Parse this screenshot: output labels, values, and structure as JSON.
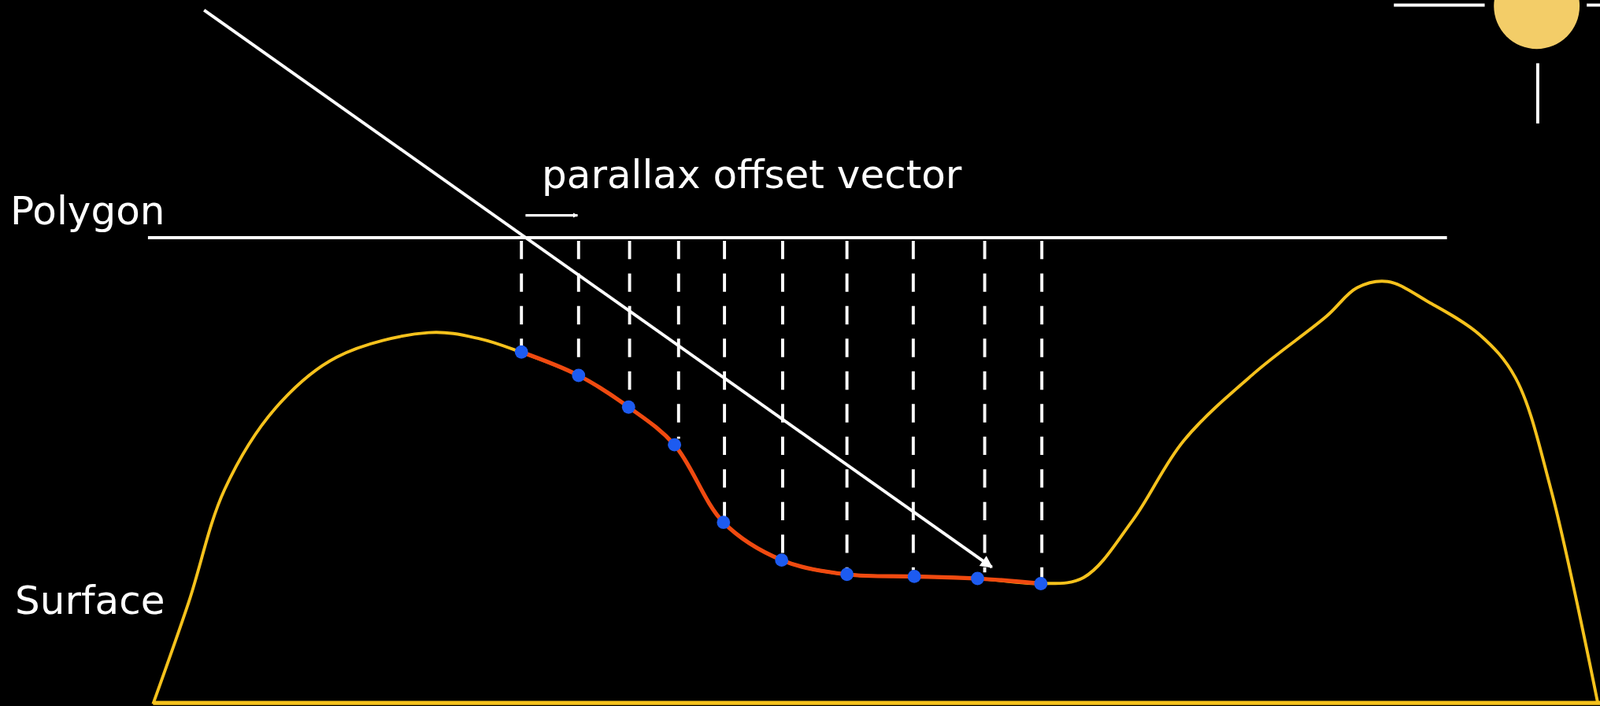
{
  "diagram": {
    "labels": [
      "parallax offset vector",
      "Polygon",
      "Surface"
    ]
  }
}
